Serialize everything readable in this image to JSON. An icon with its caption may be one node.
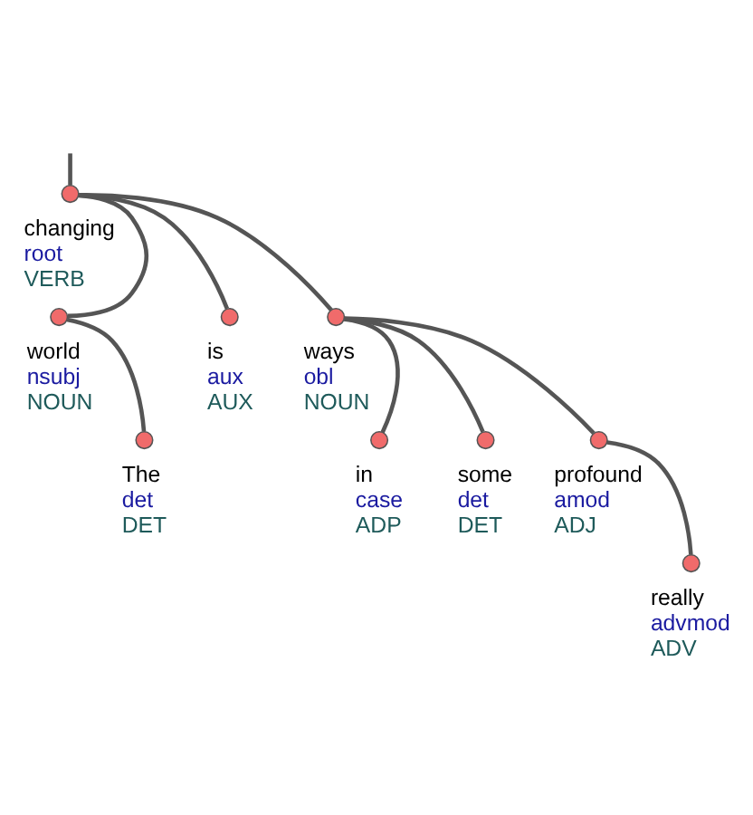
{
  "diagram": {
    "nodes": [
      {
        "text": [],
        "shape": "circle",
        "beside": [
          "changing",
          "root",
          "VERB"
        ]
      },
      {
        "text": [],
        "shape": "circle",
        "beside": [
          "world",
          "nsubj",
          "NOUN"
        ]
      },
      {
        "text": [],
        "shape": "circle",
        "beside": [
          "is",
          "aux",
          "AUX"
        ]
      },
      {
        "text": [],
        "shape": "circle",
        "beside": [
          "ways",
          "obl",
          "NOUN"
        ]
      },
      {
        "text": [],
        "shape": "circle",
        "beside": [
          "The",
          "det",
          "DET"
        ]
      },
      {
        "text": [],
        "shape": "circle",
        "beside": [
          "in",
          "case",
          "ADP"
        ]
      },
      {
        "text": [],
        "shape": "circle",
        "beside": [
          "some",
          "det",
          "DET"
        ]
      },
      {
        "text": [],
        "shape": "circle",
        "beside": [
          "profound",
          "amod",
          "ADJ"
        ]
      },
      {
        "text": [],
        "shape": "circle",
        "beside": [
          "really",
          "advmod",
          "ADV"
        ]
      }
    ],
    "edges": [
      {
        "from": null,
        "to": 0,
        "arrow": "none"
      },
      {
        "from": 0,
        "to": 1,
        "arrow": "none"
      },
      {
        "from": 0,
        "to": 2,
        "arrow": "none"
      },
      {
        "from": 0,
        "to": 3,
        "arrow": "none"
      },
      {
        "from": 1,
        "to": 4,
        "arrow": "none"
      },
      {
        "from": 3,
        "to": 5,
        "arrow": "none"
      },
      {
        "from": 3,
        "to": 6,
        "arrow": "none"
      },
      {
        "from": 3,
        "to": 7,
        "arrow": "none"
      },
      {
        "from": 7,
        "to": 8,
        "arrow": "none"
      }
    ]
  }
}
